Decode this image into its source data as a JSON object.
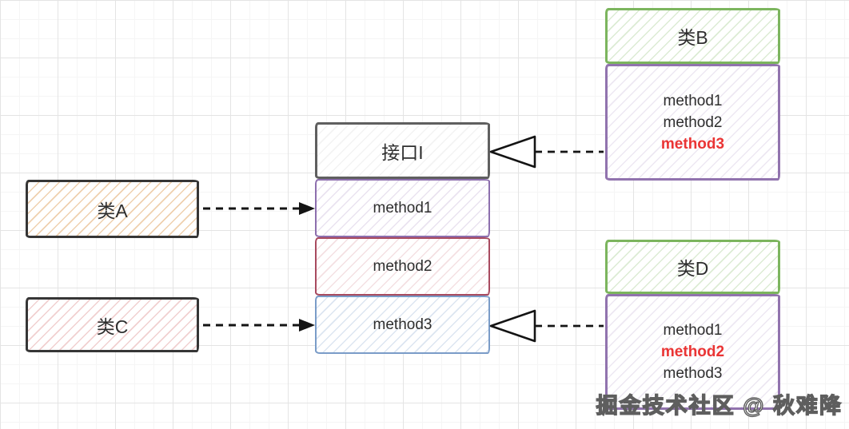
{
  "diagram": {
    "interface_i": {
      "title": "接口I",
      "methods": [
        "method1",
        "method2",
        "method3"
      ]
    },
    "class_a": {
      "label": "类A"
    },
    "class_c": {
      "label": "类C"
    },
    "class_b": {
      "title": "类B",
      "methods": [
        "method1",
        "method2",
        "method3"
      ],
      "highlighted_method": "method3"
    },
    "class_d": {
      "title": "类D",
      "methods": [
        "method1",
        "method2",
        "method3"
      ],
      "highlighted_method": "method2"
    },
    "relations": [
      "类A --> method1 (dashed dependency)",
      "类C --> method3 (dashed dependency)",
      "类B ..|> 接口I (dashed realization, hollow triangle)",
      "类D ..|> method3 (dashed realization, hollow triangle)"
    ]
  },
  "colors": {
    "green_border": "#7cb55e",
    "purple_border": "#9173ae",
    "red_border": "#a84a5f",
    "blue_border": "#7a9cc8",
    "gray_border": "#5f5f5f",
    "dark_border": "#363636",
    "highlight_red": "#ea3434",
    "arrow_black": "#141414"
  },
  "watermark": "掘金技术社区 @ 秋难降"
}
